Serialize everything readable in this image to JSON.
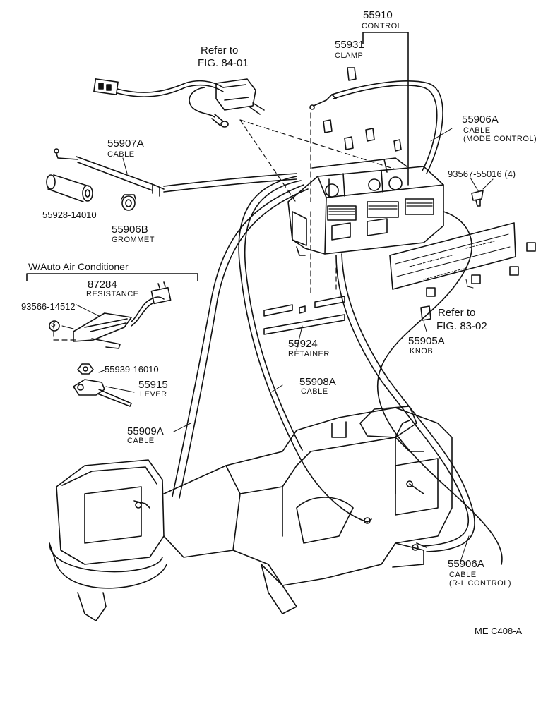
{
  "labels": {
    "p55910": "55910",
    "control": "CONTROL",
    "p55931": "55931",
    "clamp": "CLAMP",
    "refer_a_1": "Refer to",
    "refer_a_2": "FIG. 84-01",
    "p55906a_top": "55906A",
    "cable_top": "CABLE",
    "mode_control": "(MODE CONTROL)",
    "p93567": "93567-55016 (4)",
    "p55907a": "55907A",
    "cable_55907": "CABLE",
    "p55928": "55928-14010",
    "p55906b": "55906B",
    "grommet": "GROMMET",
    "auto_ac": "W/Auto Air Conditioner",
    "p87284": "87284",
    "resistance": "RESISTANCE",
    "p93566": "93566-14512",
    "s_mark": "S",
    "p55939": "55939-16010",
    "p55915": "55915",
    "lever": "LEVER",
    "p55924": "55924",
    "retainer": "RETAINER",
    "refer_b_1": "Refer to",
    "refer_b_2": "FIG. 83-02",
    "p55905a": "55905A",
    "knob": "KNOB",
    "p55908a": "55908A",
    "cable_55908": "CABLE",
    "p55909a": "55909A",
    "cable_55909": "CABLE",
    "p55906a_bottom": "55906A",
    "cable_bottom": "CABLE",
    "rl_control": "(R-L CONTROL)",
    "code": "ME  C408-A"
  }
}
